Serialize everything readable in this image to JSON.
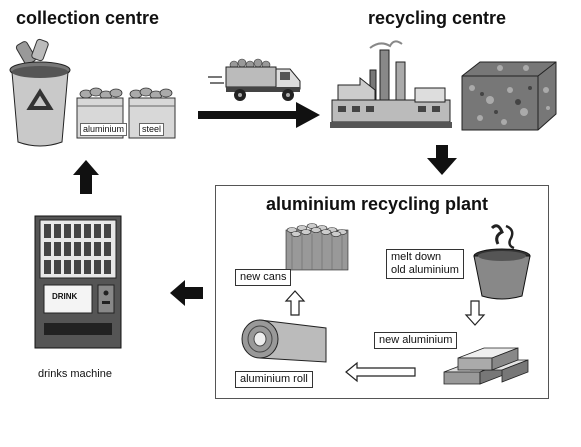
{
  "stages": {
    "collection_centre": "collection centre",
    "recycling_centre": "recycling centre",
    "plant_title": "aluminium recycling plant",
    "drinks_machine": "drinks machine"
  },
  "crates": {
    "aluminium": "aluminium",
    "steel": "steel"
  },
  "vending": {
    "sign": "DRINK"
  },
  "plant_steps": {
    "melt_down_line1": "melt down",
    "melt_down_line2": "old aluminium",
    "new_aluminium": "new aluminium",
    "aluminium_roll": "aluminium roll",
    "new_cans": "new cans"
  },
  "icons": [
    "recycle-icon",
    "truck-icon",
    "factory-icon",
    "bale-icon",
    "crucible-icon",
    "ingots-icon",
    "roll-icon",
    "cans-icon",
    "vending-machine-icon"
  ]
}
